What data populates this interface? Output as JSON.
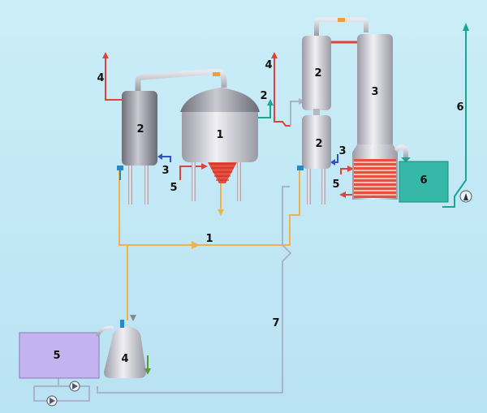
{
  "colors": {
    "background": "#cdeef8",
    "vessel_dark": "#8d8d98",
    "vessel_light": "#d0d0d6",
    "pipe_orange": "#f0b24a",
    "pipe_red": "#e0413a",
    "pipe_teal": "#1aa595",
    "pipe_blue": "#2f50c8",
    "pipe_gray": "#a9b4cc",
    "tank_violet": "#c4b3ee",
    "tank_teal": "#36b8a8",
    "coil_red": "#e8503e"
  },
  "labels": {
    "evap_1": "1",
    "sep_left_2": "2",
    "sep_upper_2": "2",
    "sep_lower_2": "2",
    "column_3": "3",
    "tank_6": "6",
    "tank_5": "5",
    "vessel_4": "4",
    "pipe_4_left": "4",
    "pipe_4_mid": "4",
    "pipe_2_mid": "2",
    "pipe_3_left": "3",
    "pipe_3_right": "3",
    "pipe_5_left": "5",
    "pipe_5_right": "5",
    "pipe_6_right": "6",
    "pipe_1_bottom": "1",
    "pipe_7": "7"
  },
  "icons": [
    "pump-icon",
    "valve-icon",
    "arrow-icon"
  ]
}
